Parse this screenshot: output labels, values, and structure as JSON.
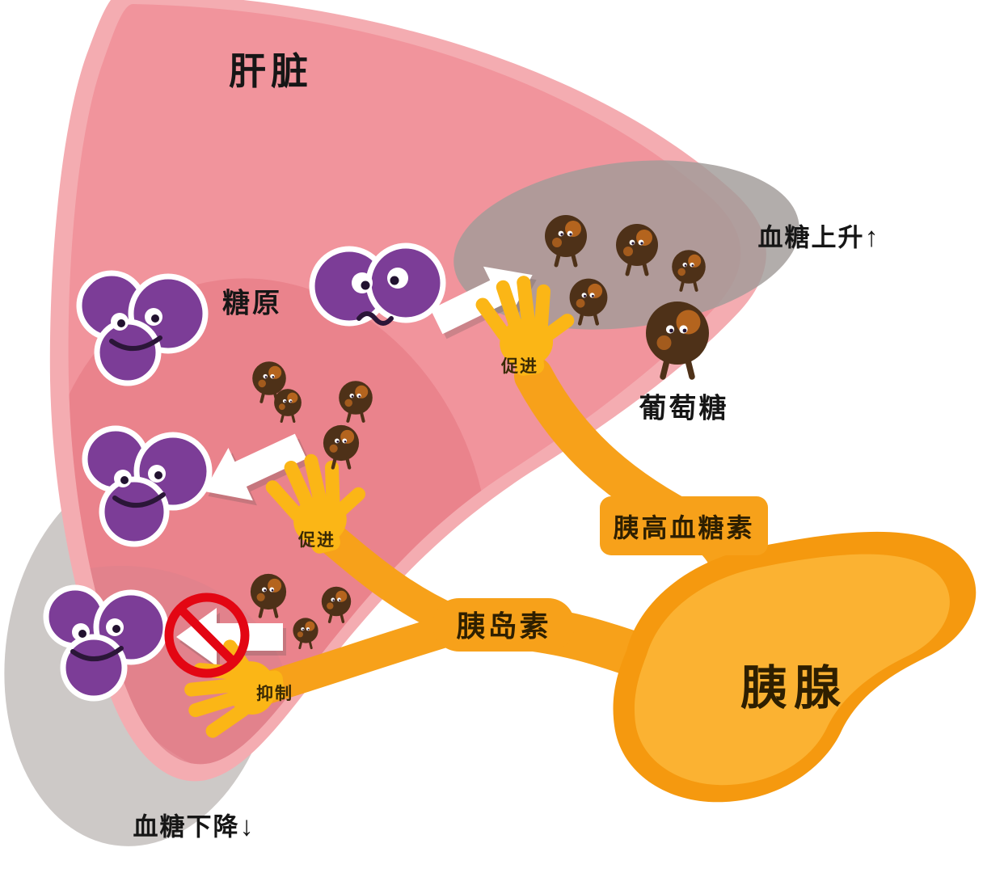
{
  "diagram": {
    "liver_label": "肝脏",
    "glycogen_label": "糖原",
    "glucose_label": "葡萄糖",
    "blood_sugar_up": "血糖上升",
    "up_arrow": "↑",
    "blood_sugar_down": "血糖下降",
    "down_arrow": "↓",
    "promote_glucagon": "促进",
    "promote_insulin": "促进",
    "inhibit_insulin": "抑制",
    "glucagon_label": "胰高血糖素",
    "insulin_label": "胰岛素",
    "pancreas_label": "胰腺"
  },
  "colors": {
    "liver_pink": "#F1949C",
    "liver_light_pink": "#F4ACB1",
    "liver_dark_rose": "#E87E88",
    "vessel_gray": "#A19B99",
    "shadow_gray": "#C8C3C1",
    "glycogen_purple": "#7C3D97",
    "glucose_brown": "#4E3118",
    "glucose_spot_orange": "#C06A1F",
    "pancreas_orange": "#F7A11A",
    "hand_yellow": "#FBB616",
    "prohibit_red": "#E30613",
    "text_dark": "#161616"
  }
}
